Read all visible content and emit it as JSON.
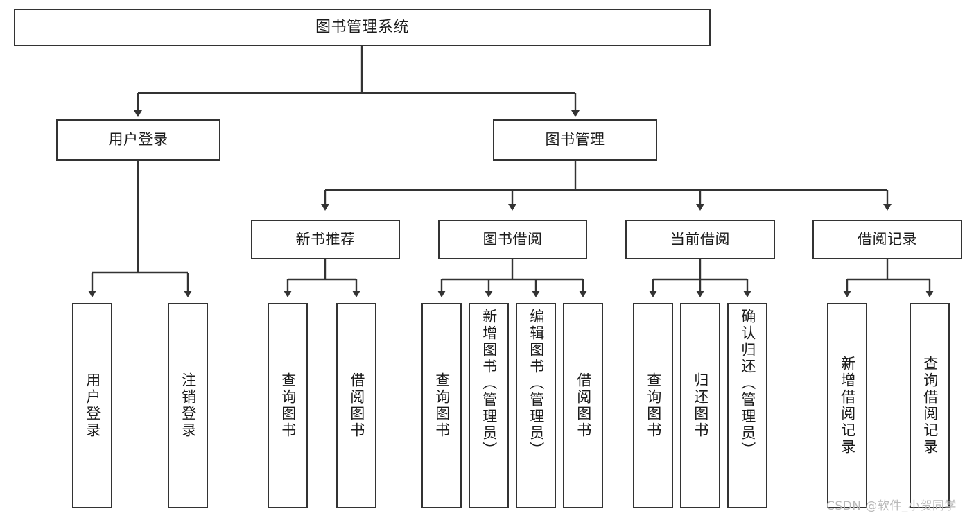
{
  "diagram": {
    "type": "tree",
    "title": "图书管理系统",
    "watermark": "CSDN @软件_小贺同学",
    "colors": {
      "stroke": "#333333",
      "background": "#ffffff",
      "text": "#1b1b1b",
      "watermark": "#b9b9b9"
    },
    "nodes": {
      "root": {
        "label": "图书管理系统"
      },
      "level2": [
        {
          "label": "用户登录"
        },
        {
          "label": "图书管理"
        }
      ],
      "level3": [
        {
          "label": "新书推荐"
        },
        {
          "label": "图书借阅"
        },
        {
          "label": "当前借阅"
        },
        {
          "label": "借阅记录"
        }
      ],
      "leaves": [
        {
          "label": "用户登录"
        },
        {
          "label": "注销登录"
        },
        {
          "label": "查询图书"
        },
        {
          "label": "借阅图书"
        },
        {
          "label": "查询图书"
        },
        {
          "label": "新增图书（管理员）"
        },
        {
          "label": "编辑图书（管理员）"
        },
        {
          "label": "借阅图书"
        },
        {
          "label": "查询图书"
        },
        {
          "label": "归还图书"
        },
        {
          "label": "确认归还（管理员）"
        },
        {
          "label": "新增借阅记录"
        },
        {
          "label": "查询借阅记录"
        }
      ]
    }
  }
}
